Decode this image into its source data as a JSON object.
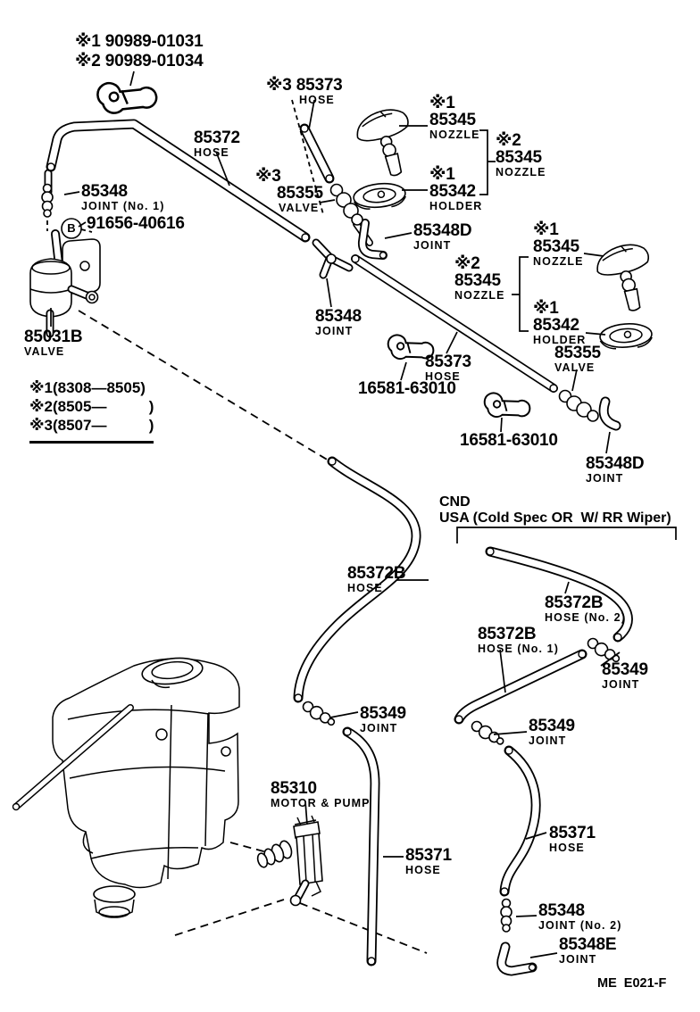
{
  "header_refs": {
    "l1": "※1 90989-01031",
    "l2": "※2 90989-01034"
  },
  "parts": {
    "hose_85372": {
      "num": "85372",
      "desc": "HOSE"
    },
    "hose_85373_top": {
      "num": "※3 85373",
      "desc": "HOSE"
    },
    "nozzle_85345_top": {
      "star": "※1",
      "num": "85345",
      "desc": "NOZZLE"
    },
    "nozzle_85345_top_alt": {
      "star": "※2",
      "num": "85345",
      "desc": "NOZZLE"
    },
    "valve_85355_top": {
      "star": "※3",
      "num": "85355",
      "desc": "VALVE"
    },
    "holder_85342_top": {
      "star": "※1",
      "num": "85342",
      "desc": "HOLDER"
    },
    "joint_85348d_top": {
      "num": "85348D",
      "desc": "JOINT"
    },
    "nozzle_85345_right": {
      "star": "※1",
      "num": "85345",
      "desc": "NOZZLE"
    },
    "nozzle_85345_right_alt": {
      "star": "※2",
      "num": "85345",
      "desc": "NOZZLE"
    },
    "holder_85342_right": {
      "star": "※1",
      "num": "85342",
      "desc": "HOLDER"
    },
    "valve_85355_right": {
      "num": "85355",
      "desc": "VALVE"
    },
    "joint_85348_no1": {
      "num": "85348",
      "desc": "JOINT (No. 1)"
    },
    "grommet_91656": {
      "num": "91656-40616"
    },
    "valve_85031b": {
      "num": "85031B",
      "desc": "VALVE"
    },
    "joint_85348_mid": {
      "num": "85348",
      "desc": "JOINT"
    },
    "hose_85373_main": {
      "num": "85373",
      "desc": "HOSE"
    },
    "clamp_16581_a": {
      "num": "16581-63010"
    },
    "clamp_16581_b": {
      "num": "16581-63010"
    },
    "joint_85348d_right": {
      "num": "85348D",
      "desc": "JOINT"
    },
    "hose_85372b": {
      "num": "85372B",
      "desc": "HOSE"
    },
    "hose_85372b_no2": {
      "num": "85372B",
      "desc": "HOSE (No. 2)"
    },
    "hose_85372b_no1": {
      "num": "85372B",
      "desc": "HOSE (No. 1)"
    },
    "joint_85349_right": {
      "num": "85349",
      "desc": "JOINT"
    },
    "joint_85349_mid": {
      "num": "85349",
      "desc": "JOINT"
    },
    "joint_85349_bottom": {
      "num": "85349",
      "desc": "JOINT"
    },
    "pump_85310": {
      "num": "85310",
      "desc": "MOTOR & PUMP"
    },
    "hose_85371_mid": {
      "num": "85371",
      "desc": "HOSE"
    },
    "hose_85371_right": {
      "num": "85371",
      "desc": "HOSE"
    },
    "joint_85348_no2": {
      "num": "85348",
      "desc": "JOINT (No. 2)"
    },
    "joint_85348e": {
      "num": "85348E",
      "desc": "JOINT"
    }
  },
  "legend": {
    "items": [
      "※1(8308—8505)",
      "※2(8505—          )",
      "※3(8507—          )"
    ]
  },
  "region": {
    "l1": "CND",
    "l2": "USA (Cold Spec OR  W/ RR Wiper)"
  },
  "annotations": {
    "bolt_b": "B"
  },
  "footer": {
    "code": "ME  E021-F"
  },
  "colors": {
    "ink": "#000000",
    "paper": "#ffffff"
  }
}
